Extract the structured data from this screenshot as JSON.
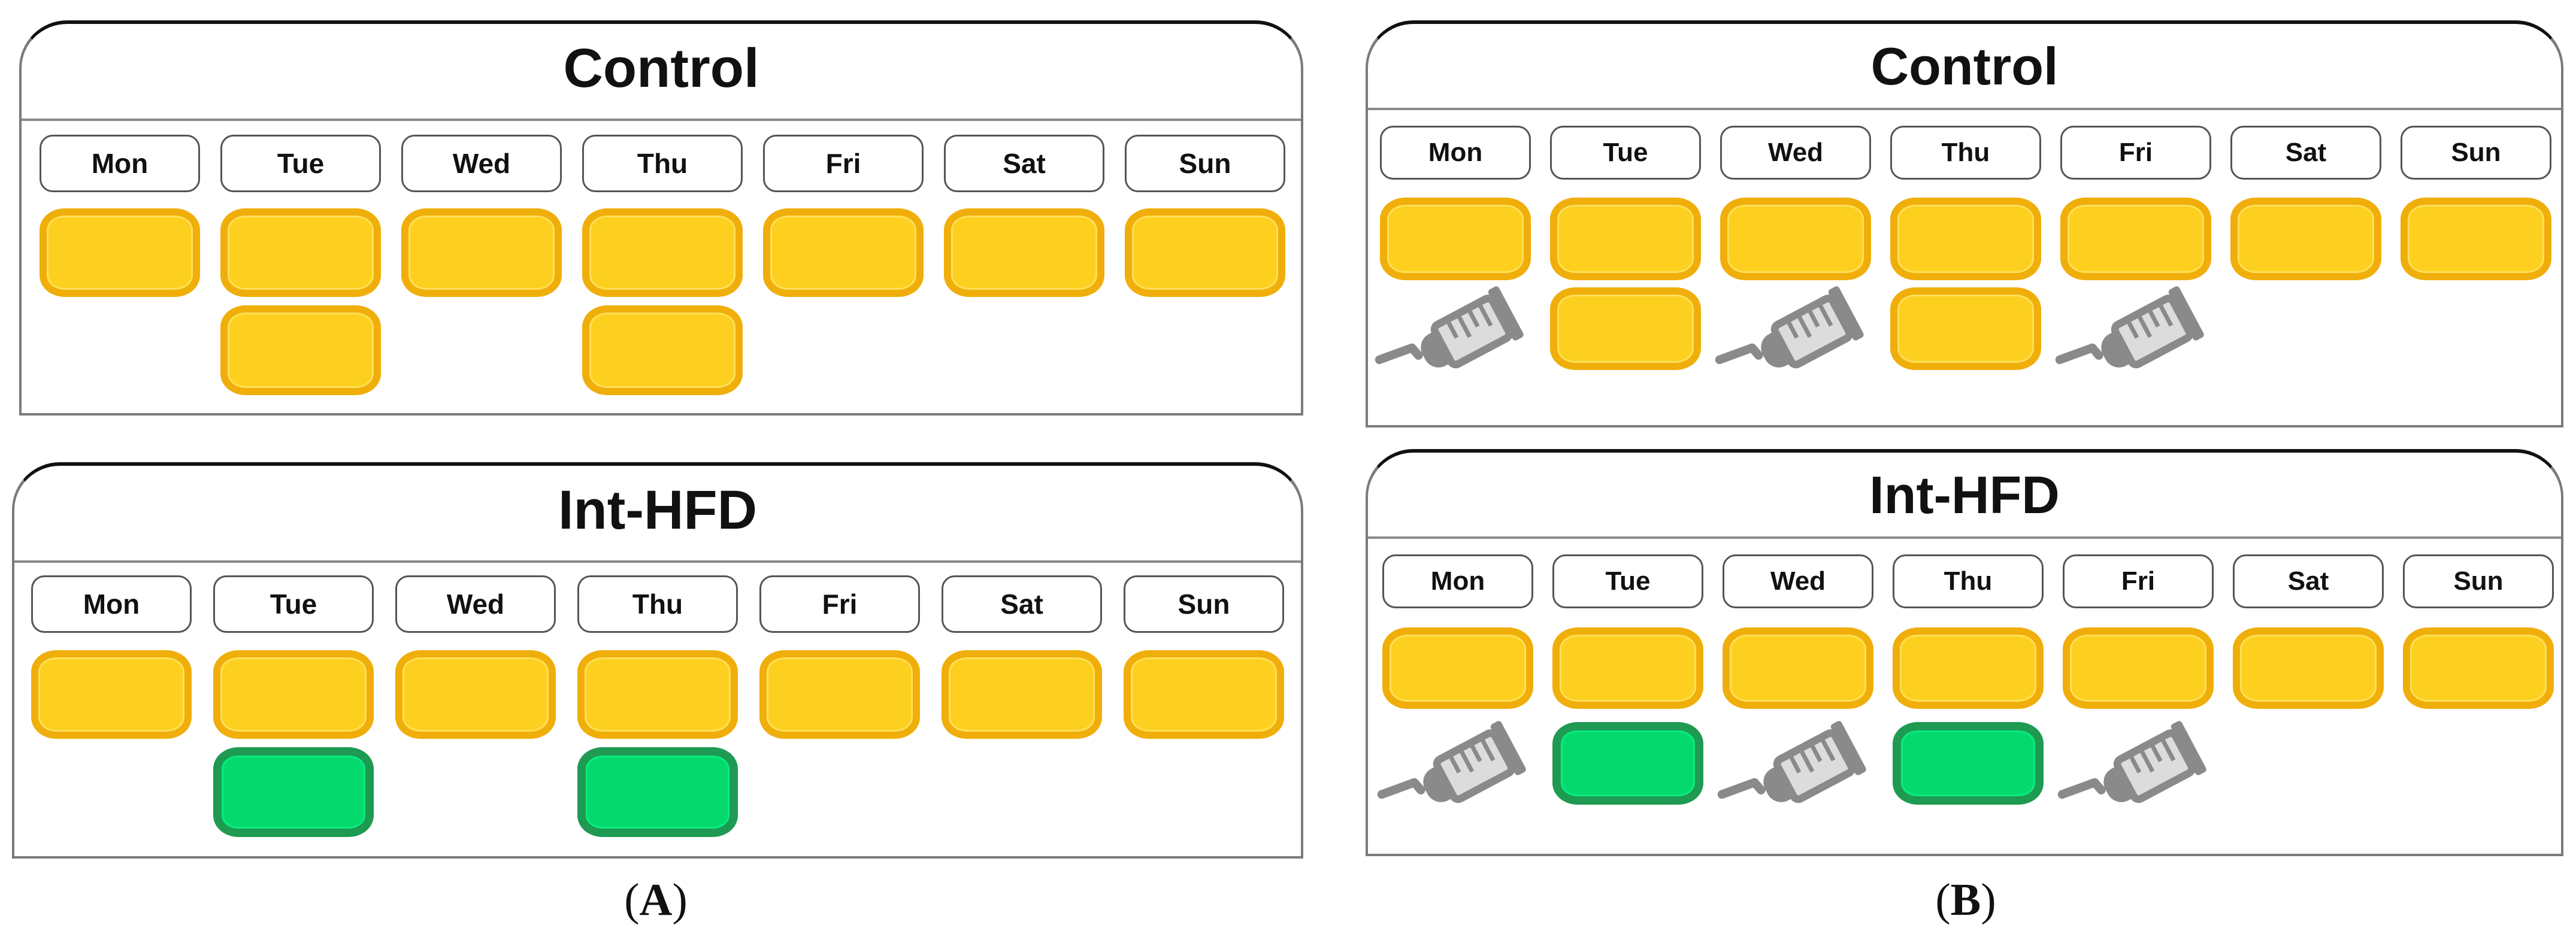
{
  "days": [
    "Mon",
    "Tue",
    "Wed",
    "Thu",
    "Fri",
    "Sat",
    "Sun"
  ],
  "panel_a": {
    "label": "A",
    "control": {
      "title": "Control",
      "second_row": [
        "",
        "food",
        "",
        "food",
        "",
        "",
        ""
      ]
    },
    "int_hfd": {
      "title": "Int-HFD",
      "second_row": [
        "",
        "hfd",
        "",
        "hfd",
        "",
        "",
        ""
      ]
    }
  },
  "panel_b": {
    "label": "B",
    "control": {
      "title": "Control",
      "second_row": [
        "syringe",
        "food",
        "syringe",
        "food",
        "syringe",
        "",
        ""
      ]
    },
    "int_hfd": {
      "title": "Int-HFD",
      "second_row": [
        "syringe",
        "hfd",
        "syringe",
        "hfd",
        "syringe",
        "",
        ""
      ]
    }
  },
  "colors": {
    "food_fill": "#fdd01f",
    "food_border": "#f0ae0a",
    "hfd_fill": "#04d96e",
    "hfd_border": "#1e9a52",
    "syringe": "#8a8a8a"
  },
  "icons": {
    "food": "chow-pellet-icon",
    "hfd": "high-fat-diet-pellet-icon",
    "syringe": "syringe-icon"
  }
}
